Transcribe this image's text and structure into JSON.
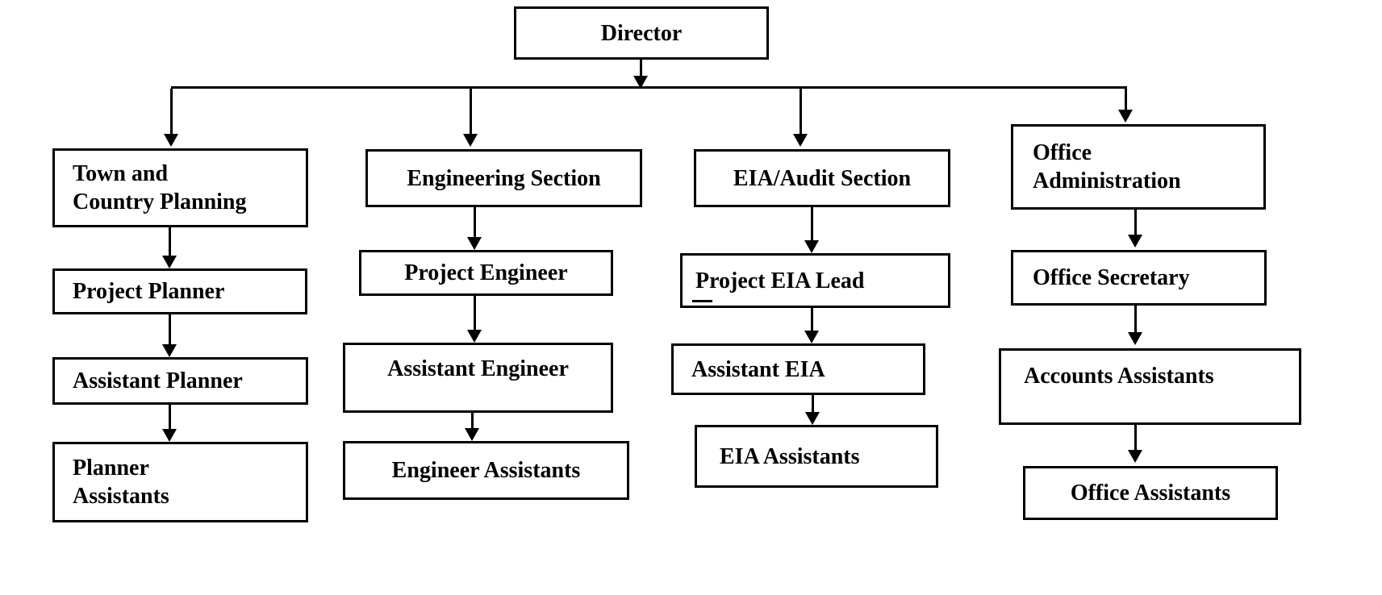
{
  "diagram": {
    "type": "org-chart",
    "root": "Director",
    "branches": [
      {
        "id": "town-country-planning",
        "levels": [
          "Town and\nCountry Planning",
          "Project Planner",
          "Assistant Planner",
          "Planner\nAssistants"
        ]
      },
      {
        "id": "engineering-section",
        "levels": [
          "Engineering Section",
          "Project Engineer",
          "Assistant Engineer",
          "Engineer Assistants"
        ]
      },
      {
        "id": "eia-audit-section",
        "levels": [
          "EIA/Audit Section",
          "Project EIA Lead",
          "Assistant EIA",
          "EIA Assistants"
        ]
      },
      {
        "id": "office-administration",
        "levels": [
          "Office\nAdministration",
          "Office Secretary",
          "Accounts Assistants",
          "Office Assistants"
        ]
      }
    ],
    "colors": {
      "line": "#000000",
      "box_border": "#000000",
      "box_fill": "#ffffff",
      "text": "#000000",
      "background": "#ffffff"
    }
  }
}
